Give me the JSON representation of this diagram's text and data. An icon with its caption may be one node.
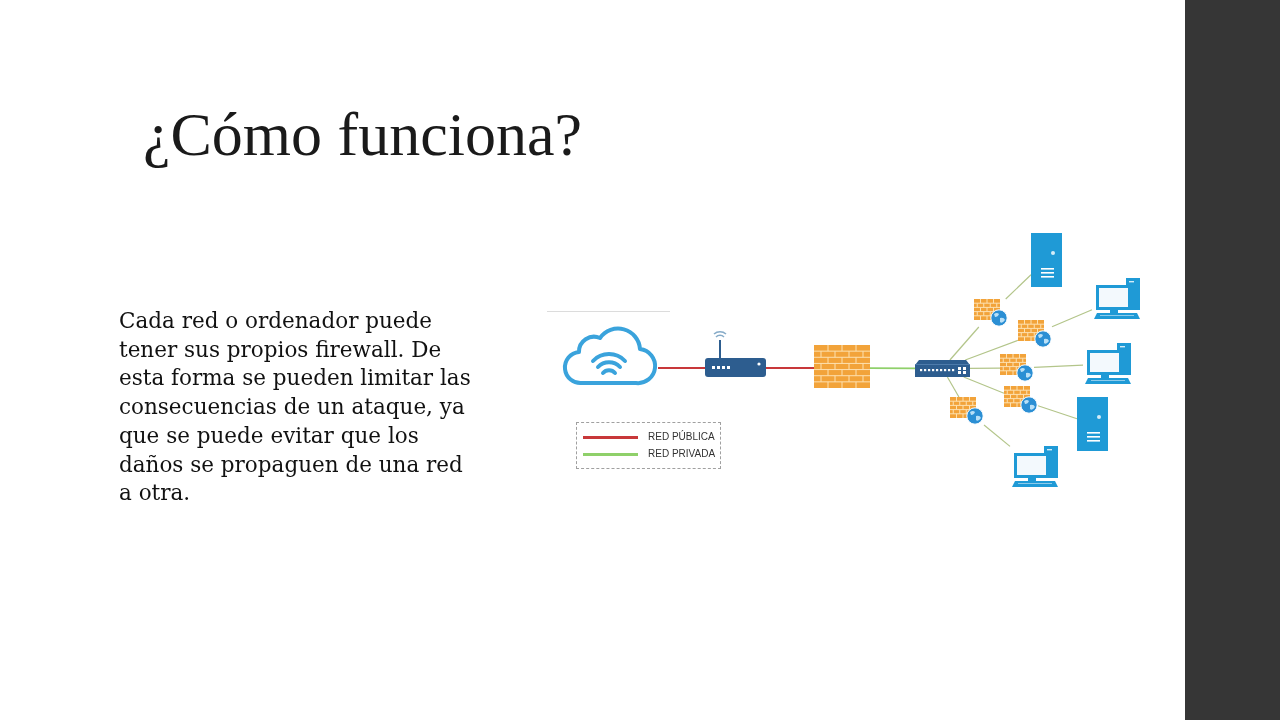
{
  "diagram": {
    "title": "¿Cómo funciona?",
    "nodes": [
      {
        "text": [],
        "shape": "cloud"
      },
      {
        "text": [],
        "shape": "router"
      },
      {
        "text": [],
        "shape": "firewall"
      },
      {
        "text": [],
        "shape": "switch"
      },
      {
        "text": [],
        "shape": "firewall"
      },
      {
        "text": [],
        "shape": "firewall"
      },
      {
        "text": [],
        "shape": "firewall"
      },
      {
        "text": [],
        "shape": "firewall"
      },
      {
        "text": [],
        "shape": "firewall"
      },
      {
        "text": [],
        "shape": "server"
      },
      {
        "text": [],
        "shape": "computer"
      },
      {
        "text": [],
        "shape": "computer"
      },
      {
        "text": [],
        "shape": "server"
      },
      {
        "text": [],
        "shape": "computer"
      }
    ],
    "edges": [
      {
        "from": 0,
        "to": 1,
        "arrow": "none",
        "color": "#c8383a"
      },
      {
        "from": 1,
        "to": 2,
        "arrow": "none",
        "color": "#c8383a"
      },
      {
        "from": 2,
        "to": 3,
        "arrow": "none",
        "color": "#8fd06a"
      },
      {
        "from": 3,
        "to": 4,
        "arrow": "none"
      },
      {
        "from": 4,
        "to": 9,
        "arrow": "none"
      },
      {
        "from": 3,
        "to": 5,
        "arrow": "none"
      },
      {
        "from": 5,
        "to": 10,
        "arrow": "none"
      },
      {
        "from": 3,
        "to": 6,
        "arrow": "none"
      },
      {
        "from": 6,
        "to": 11,
        "arrow": "none"
      },
      {
        "from": 3,
        "to": 7,
        "arrow": "none"
      },
      {
        "from": 7,
        "to": 12,
        "arrow": "none"
      },
      {
        "from": 3,
        "to": 8,
        "arrow": "none"
      },
      {
        "from": 8,
        "to": 13,
        "arrow": "none"
      }
    ],
    "labels": [
      "Cada red o ordenador puede tener sus propios firewall. De esta forma se pueden limitar las consecuencias de un ataque, ya que se puede evitar que los daños se propaguen de una red a otra."
    ],
    "legend": [
      {
        "text": "RED PÚBLICA",
        "color": "#c8383a"
      },
      {
        "text": "RED PRIVADA",
        "color": "#8fd06a"
      }
    ]
  }
}
